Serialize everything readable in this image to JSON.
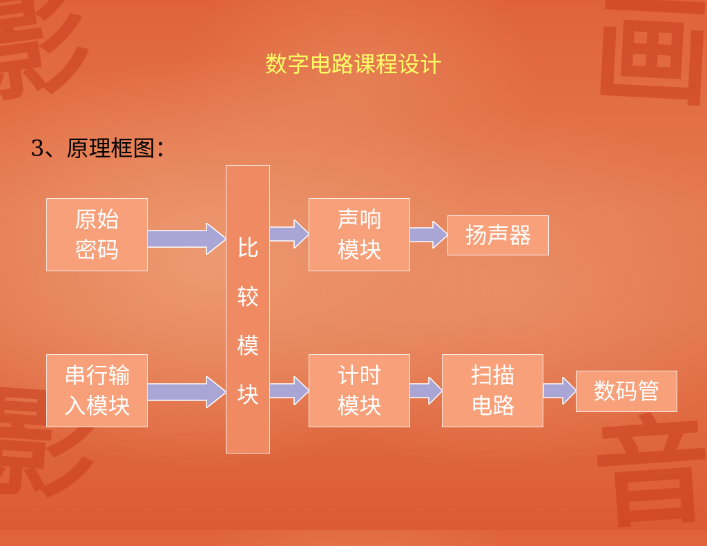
{
  "slide": {
    "title": "数字电路课程设计",
    "subtitle": "3、原理框图："
  },
  "diagram": {
    "boxes": {
      "original_password": "原始\n密码",
      "serial_input": "串行输\n入模块",
      "compare": "比\n较\n模\n块",
      "sound": "声响\n模块",
      "speaker": "扬声器",
      "timer": "计时\n模块",
      "scan": "扫描\n电路",
      "digit_tube": "数码管"
    }
  },
  "colors": {
    "box_fill": "#f7a07a",
    "arrow_fill": "#a9a6d6",
    "title_text": "#ffff66"
  }
}
